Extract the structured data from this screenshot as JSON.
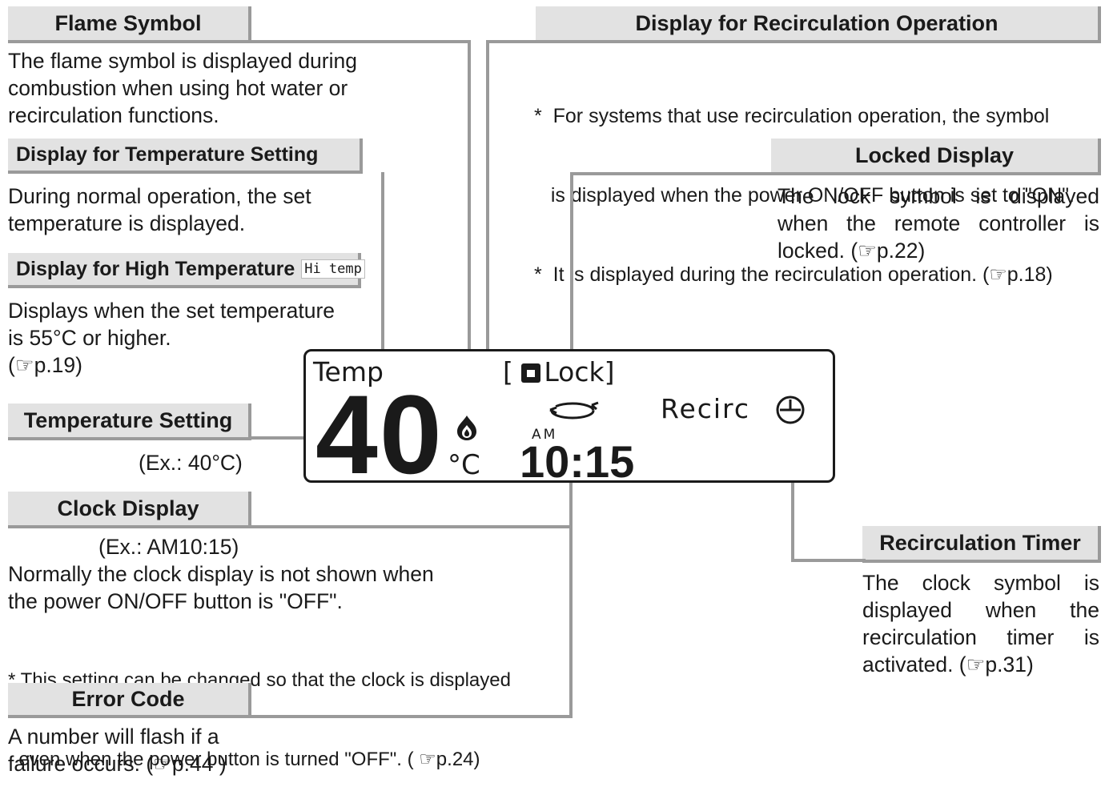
{
  "flame": {
    "title": "Flame Symbol",
    "lines": [
      "The flame symbol is displayed during",
      "combustion when using hot water or",
      "recirculation functions."
    ]
  },
  "temp_setting_display": {
    "title": "Display for Temperature Setting",
    "lines": [
      "During normal operation, the set",
      "temperature is displayed."
    ]
  },
  "high_temp": {
    "title": "Display for High Temperature",
    "badge": "Hi temp",
    "lines": [
      "Displays when the set temperature",
      "is 55°C or higher.",
      "(☞p.19)"
    ]
  },
  "temperature_setting": {
    "title": "Temperature Setting",
    "example": "(Ex.: 40°C)"
  },
  "clock": {
    "title": "Clock Display",
    "example": "(Ex.: AM10:15)",
    "lines": [
      "Normally the clock display is not shown when",
      "the power ON/OFF button is \"OFF\"."
    ],
    "notes": [
      "* This setting can be changed so that the clock is displayed",
      "  even when the power button is turned \"OFF\". ( ☞p.24)"
    ]
  },
  "error": {
    "title": "Error Code",
    "lines": [
      "A number will flash if a",
      "failure occurs. (☞p.44 )"
    ]
  },
  "recirc_op": {
    "title": "Display for Recirculation Operation",
    "lines": [
      "*  For systems that use recirculation operation, the symbol",
      "   is displayed when the power ON/OFF button is set to \"ON\".",
      "*  It is displayed during the recirculation operation. (☞p.18)"
    ]
  },
  "locked": {
    "title": "Locked Display",
    "lines": [
      "The lock symbol is displayed",
      "when the remote controller is",
      "locked. (☞p.22)"
    ]
  },
  "recirc_timer": {
    "title": "Recirculation Timer",
    "lines": [
      "The clock symbol is",
      "displayed when the",
      "recirculation timer is",
      "activated. (☞p.31)"
    ]
  },
  "lcd": {
    "temp_label": "Temp",
    "lock_open": "[",
    "lock_label": "Lock",
    "lock_close": "]",
    "temperature": "40",
    "unit": "°C",
    "am": "AM",
    "time": "10:15",
    "recirc_label": "Recirc"
  },
  "colors": {
    "header_bg": "#e2e2e2",
    "leader_line": "#9a9a9a",
    "text": "#1a1a1a"
  }
}
